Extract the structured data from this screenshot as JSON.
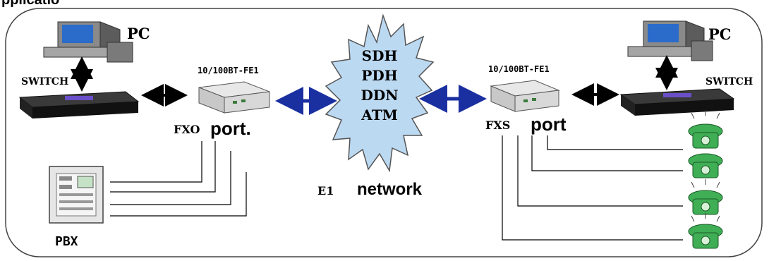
{
  "header": {
    "title_fragment": "pplicatio"
  },
  "left": {
    "pc_label": "PC",
    "switch_label": "SWITCH",
    "converter_model": "10/100BT-FE1",
    "port_prefix": "FXO",
    "port_label": "port.",
    "pbx_label": "PBX"
  },
  "right": {
    "pc_label": "PC",
    "switch_label": "SWITCH",
    "converter_model": "10/100BT-FE1",
    "port_prefix": "FXS",
    "port_label": "port"
  },
  "network": {
    "cloud_lines": [
      "SDH",
      "PDH",
      "DDN",
      "ATM"
    ],
    "caption_prefix": "E1",
    "caption": "network"
  },
  "colors": {
    "cloud_fill": "#bcd9f2",
    "link_arrow": "#1a2fa0",
    "phone_green": "#3fae55",
    "frame_border": "#444444"
  }
}
